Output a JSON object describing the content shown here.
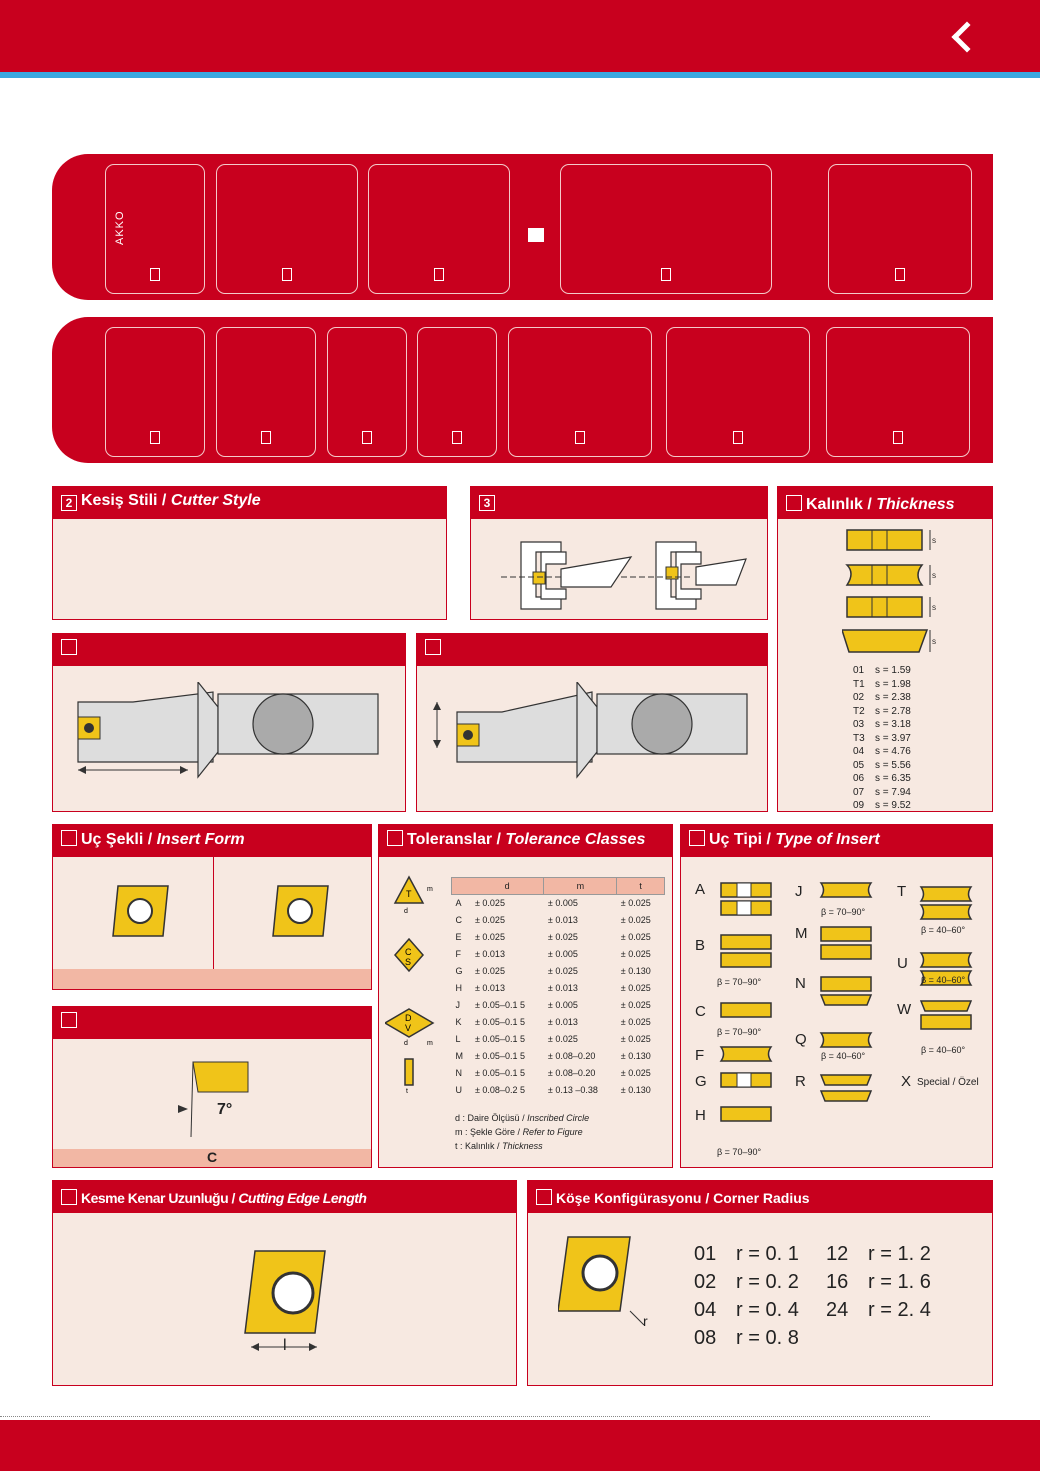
{
  "code_row1": {
    "brand": "AKKO",
    "separator": "■"
  },
  "cutter_style": {
    "number": "2",
    "title_tr": "Kesiş Stili",
    "title_en": "Cutter Style"
  },
  "section3": {
    "number": "3"
  },
  "thickness": {
    "title_tr": "Kalınlık",
    "title_en": "Thickness",
    "codes": [
      {
        "code": "01",
        "value": "s = 1.59"
      },
      {
        "code": "T1",
        "value": "s = 1.98"
      },
      {
        "code": "02",
        "value": "s = 2.38"
      },
      {
        "code": "T2",
        "value": "s = 2.78"
      },
      {
        "code": "03",
        "value": "s = 3.18"
      },
      {
        "code": "T3",
        "value": "s = 3.97"
      },
      {
        "code": "04",
        "value": "s = 4.76"
      },
      {
        "code": "05",
        "value": "s = 5.56"
      },
      {
        "code": "06",
        "value": "s = 6.35"
      },
      {
        "code": "07",
        "value": "s = 7.94"
      },
      {
        "code": "09",
        "value": "s = 9.52"
      }
    ],
    "dim_label": "S"
  },
  "insert_form": {
    "title_tr": "Uç Şekli",
    "title_en": "Insert Form"
  },
  "clearance": {
    "angle": "7°",
    "code": "C"
  },
  "tolerance": {
    "title_tr": "Toleranslar",
    "title_en": "Tolerance Classes",
    "headers": [
      "d",
      "m",
      "t"
    ],
    "rows": [
      [
        "A",
        "± 0.025",
        "± 0.005",
        "± 0.025"
      ],
      [
        "C",
        "± 0.025",
        "± 0.013",
        "± 0.025"
      ],
      [
        "E",
        "± 0.025",
        "± 0.025",
        "± 0.025"
      ],
      [
        "F",
        "± 0.013",
        "± 0.005",
        "± 0.025"
      ],
      [
        "G",
        "± 0.025",
        "± 0.025",
        "± 0.130"
      ],
      [
        "H",
        "± 0.013",
        "± 0.013",
        "± 0.025"
      ],
      [
        "J",
        "± 0.05–0.1 5",
        "± 0.005",
        "± 0.025"
      ],
      [
        "K",
        "± 0.05–0.1 5",
        "± 0.013",
        "± 0.025"
      ],
      [
        "L",
        "± 0.05–0.1 5",
        "± 0.025",
        "± 0.025"
      ],
      [
        "M",
        "± 0.05–0.1 5",
        "± 0.08–0.20",
        "± 0.130"
      ],
      [
        "N",
        "± 0.05–0.1 5",
        "± 0.08–0.20",
        "± 0.025"
      ],
      [
        "U",
        "± 0.08–0.2 5",
        "± 0.13 –0.38",
        "± 0.130"
      ]
    ],
    "legend": [
      {
        "key": "d",
        "tr": "Daire Ölçüsü",
        "en": "Inscribed Circle"
      },
      {
        "key": "m",
        "tr": "Şekle Göre",
        "en": "Refer to Figure"
      },
      {
        "key": "t",
        "tr": "Kalınlık",
        "en": "Thickness"
      }
    ],
    "fig": {
      "t": "T",
      "c": "C",
      "s": "S",
      "d": "D",
      "v": "V",
      "dl": "d",
      "ml": "m",
      "tl": "t"
    }
  },
  "insert_type": {
    "title_tr": "Uç Tipi",
    "title_en": "Type of Insert",
    "letters": [
      "A",
      "B",
      "C",
      "F",
      "G",
      "H",
      "J",
      "M",
      "N",
      "Q",
      "R",
      "T",
      "U",
      "W",
      "X"
    ],
    "beta_70_90": "β = 70–90°",
    "beta_40_60": "β = 40–60°",
    "beta": "β",
    "special": "Special / Özel"
  },
  "edge_length": {
    "title_tr": "Kesme Kenar Uzunluğu",
    "title_en": "Cutting Edge Length",
    "label": "l"
  },
  "corner_radius": {
    "title": "Köşe Konfigürasyonu / Corner Radius",
    "label": "r",
    "values": [
      {
        "code": "01",
        "r": "r = 0. 1"
      },
      {
        "code": "12",
        "r": "r = 1. 2"
      },
      {
        "code": "02",
        "r": "r = 0. 2"
      },
      {
        "code": "16",
        "r": "r = 1. 6"
      },
      {
        "code": "04",
        "r": "r = 0. 4"
      },
      {
        "code": "24",
        "r": "r = 2. 4"
      },
      {
        "code": "08",
        "r": "r = 0. 8"
      }
    ]
  }
}
